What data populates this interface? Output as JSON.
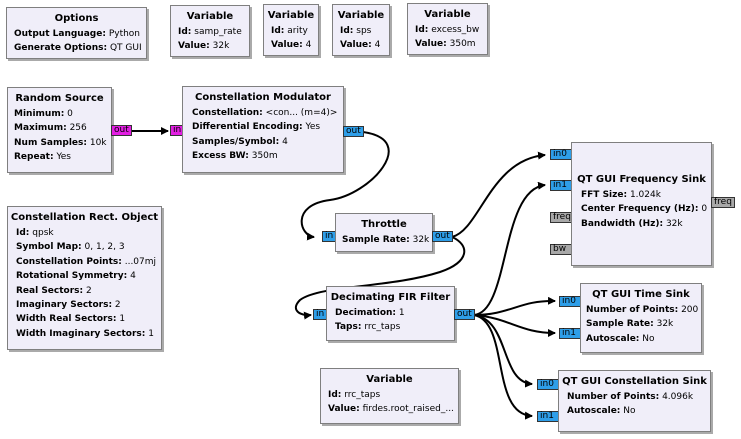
{
  "options": {
    "title": "Options",
    "output_language_label": "Output Language:",
    "output_language": "Python",
    "generate_options_label": "Generate Options:",
    "generate_options": "QT GUI"
  },
  "var_samp_rate": {
    "title": "Variable",
    "id_label": "Id:",
    "id": "samp_rate",
    "value_label": "Value:",
    "value": "32k"
  },
  "var_arity": {
    "title": "Variable",
    "id_label": "Id:",
    "id": "arity",
    "value_label": "Value:",
    "value": "4"
  },
  "var_sps": {
    "title": "Variable",
    "id_label": "Id:",
    "id": "sps",
    "value_label": "Value:",
    "value": "4"
  },
  "var_excess_bw": {
    "title": "Variable",
    "id_label": "Id:",
    "id": "excess_bw",
    "value_label": "Value:",
    "value": "350m"
  },
  "random_source": {
    "title": "Random Source",
    "minimum_label": "Minimum:",
    "minimum": "0",
    "maximum_label": "Maximum:",
    "maximum": "256",
    "num_samples_label": "Num Samples:",
    "num_samples": "10k",
    "repeat_label": "Repeat:",
    "repeat": "Yes",
    "out_port": "out"
  },
  "const_mod": {
    "title": "Constellation Modulator",
    "constellation_label": "Constellation:",
    "constellation": "<con... (m=4)>",
    "diff_enc_label": "Differential Encoding:",
    "diff_enc": "Yes",
    "sps_label": "Samples/Symbol:",
    "sps": "4",
    "excess_bw_label": "Excess BW:",
    "excess_bw": "350m",
    "in_port": "in",
    "out_port": "out"
  },
  "const_rect": {
    "title": "Constellation Rect. Object",
    "id_label": "Id:",
    "id": "qpsk",
    "symbol_map_label": "Symbol Map:",
    "symbol_map": "0, 1, 2, 3",
    "const_points_label": "Constellation Points:",
    "const_points": "...07mj",
    "rot_sym_label": "Rotational Symmetry:",
    "rot_sym": "4",
    "real_sectors_label": "Real Sectors:",
    "real_sectors": "2",
    "imag_sectors_label": "Imaginary Sectors:",
    "imag_sectors": "2",
    "width_real_label": "Width Real Sectors:",
    "width_real": "1",
    "width_imag_label": "Width Imaginary Sectors:",
    "width_imag": "1"
  },
  "throttle": {
    "title": "Throttle",
    "sample_rate_label": "Sample Rate:",
    "sample_rate": "32k",
    "in_port": "in",
    "out_port": "out"
  },
  "fir": {
    "title": "Decimating FIR Filter",
    "decimation_label": "Decimation:",
    "decimation": "1",
    "taps_label": "Taps:",
    "taps": "rrc_taps",
    "in_port": "in",
    "out_port": "out"
  },
  "var_rrc_taps": {
    "title": "Variable",
    "id_label": "Id:",
    "id": "rrc_taps",
    "value_label": "Value:",
    "value": "firdes.root_raised_..."
  },
  "freq_sink": {
    "title": "QT GUI Frequency Sink",
    "fft_size_label": "FFT Size:",
    "fft_size": "1.024k",
    "center_freq_label": "Center Frequency (Hz):",
    "center_freq": "0",
    "bandwidth_label": "Bandwidth (Hz):",
    "bandwidth": "32k",
    "in0": "in0",
    "in1": "in1",
    "freq_in": "freq",
    "bw_in": "bw",
    "freq_out": "freq"
  },
  "time_sink": {
    "title": "QT GUI Time Sink",
    "num_points_label": "Number of Points:",
    "num_points": "200",
    "sample_rate_label": "Sample Rate:",
    "sample_rate": "32k",
    "autoscale_label": "Autoscale:",
    "autoscale": "No",
    "in0": "in0",
    "in1": "in1"
  },
  "const_sink": {
    "title": "QT GUI Constellation Sink",
    "num_points_label": "Number of Points:",
    "num_points": "4.096k",
    "autoscale_label": "Autoscale:",
    "autoscale": "No",
    "in0": "in0",
    "in1": "in1"
  },
  "colors": {
    "block_bg": "#f0eef9",
    "port_complex": "#2e9ee8",
    "port_byte": "#e21ee2",
    "port_message": "#a8a8a8"
  }
}
